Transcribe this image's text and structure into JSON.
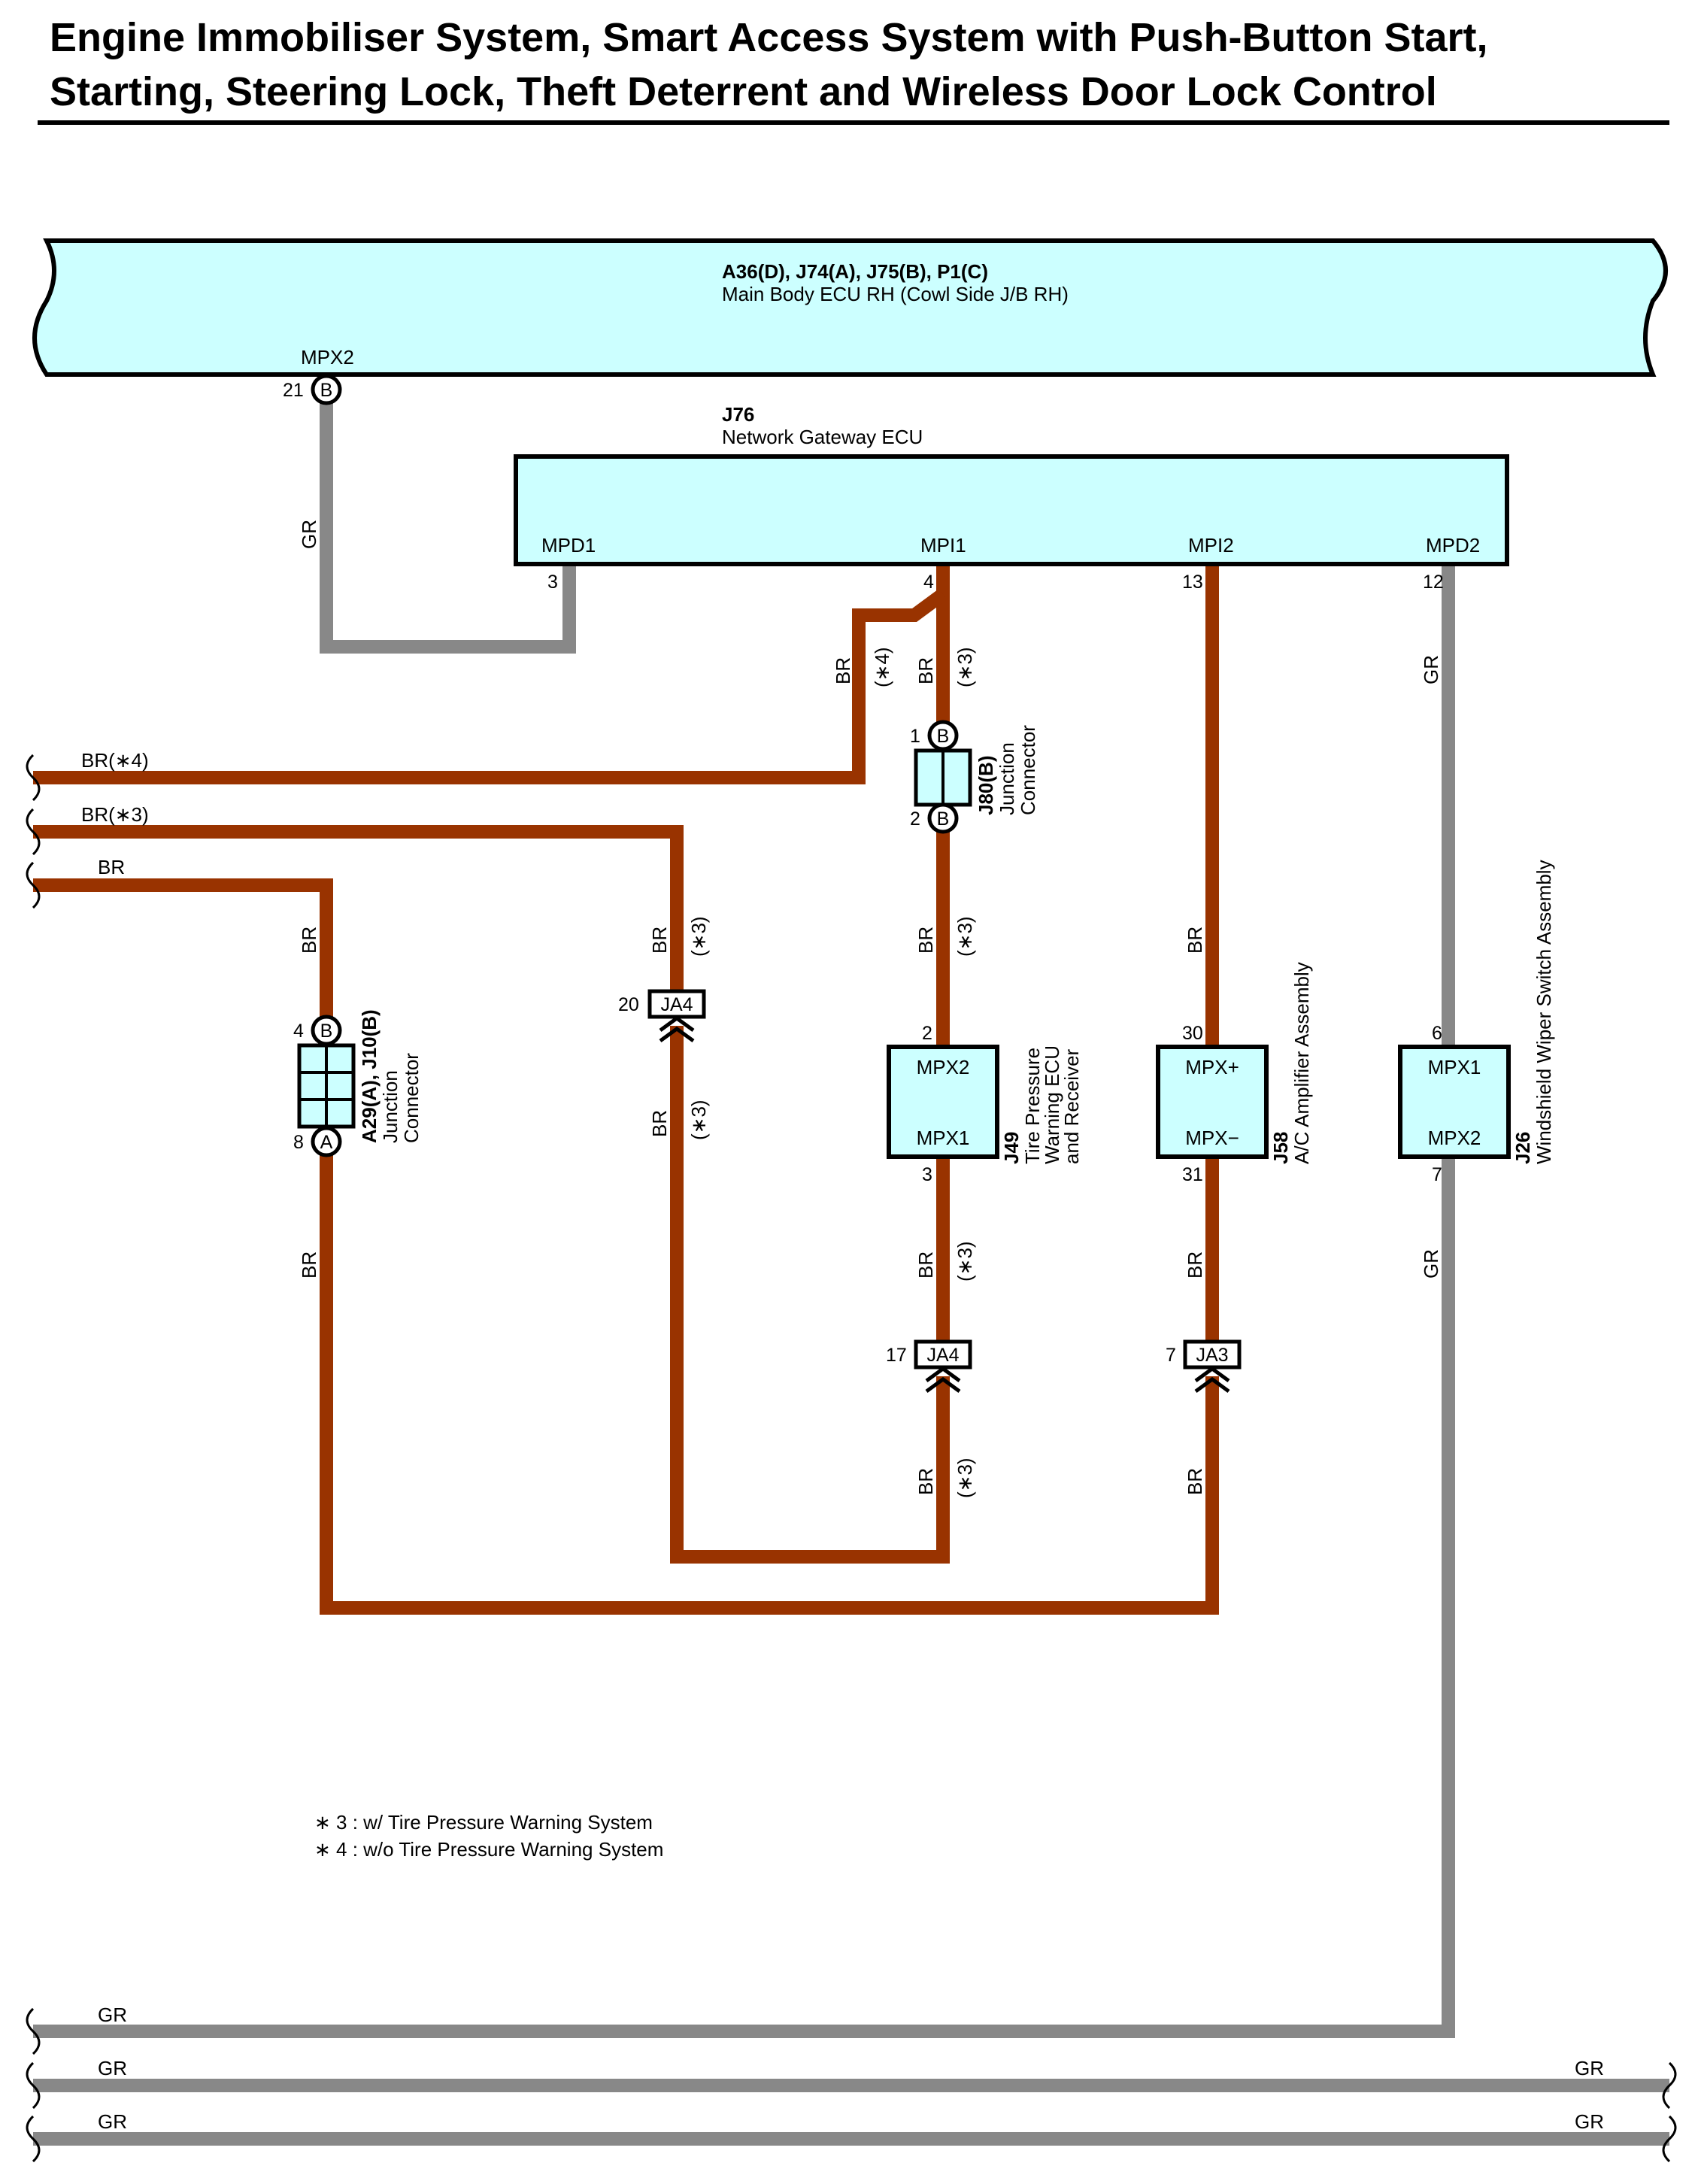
{
  "title": {
    "line1": "Engine Immobiliser System, Smart Access System with Push-Button Start,",
    "line2": "Starting, Steering Lock, Theft Deterrent and Wireless Door Lock Control"
  },
  "colors": {
    "wire_br": "#993300",
    "wire_gr": "#888888",
    "ecu_fill": "#ccffff",
    "outline": "#000000"
  },
  "components": {
    "main_body_ecu": {
      "code": "A36(D), J74(A), J75(B), P1(C)",
      "name": "Main Body ECU RH (Cowl Side J/B RH)",
      "terminal": "MPX2",
      "pin": "21",
      "connector": "B"
    },
    "gateway": {
      "code": "J76",
      "name": "Network Gateway ECU",
      "terminals": [
        {
          "name": "MPD1",
          "pin": "3"
        },
        {
          "name": "MPI1",
          "pin": "4"
        },
        {
          "name": "MPI2",
          "pin": "13"
        },
        {
          "name": "MPD2",
          "pin": "12"
        }
      ]
    },
    "j80": {
      "code": "J80(B)",
      "name_line1": "Junction",
      "name_line2": "Connector",
      "pin_top": "1",
      "pin_bottom": "2",
      "connector": "B"
    },
    "a29": {
      "code": "A29(A), J10(B)",
      "name_line1": "Junction",
      "name_line2": "Connector",
      "pin_top": "4",
      "pin_bottom": "8",
      "conn_top": "B",
      "conn_bottom": "A"
    },
    "j49": {
      "code": "J49",
      "name_line1": "Tire Pressure",
      "name_line2": "Warning ECU",
      "name_line3": "and Receiver",
      "term_top": "MPX2",
      "term_bottom": "MPX1",
      "pin_top": "2",
      "pin_bottom": "3"
    },
    "j58": {
      "code": "J58",
      "name": "A/C Amplifier Assembly",
      "term_top": "MPX+",
      "term_bottom": "MPX−",
      "pin_top": "30",
      "pin_bottom": "31"
    },
    "j26": {
      "code": "J26",
      "name": "Windshield Wiper Switch Assembly",
      "term_top": "MPX1",
      "term_bottom": "MPX2",
      "pin_top": "6",
      "pin_bottom": "7"
    },
    "ja4_upper": {
      "code": "JA4",
      "pin": "20"
    },
    "ja4_lower": {
      "code": "JA4",
      "pin": "17"
    },
    "ja3": {
      "code": "JA3",
      "pin": "7"
    }
  },
  "wire_labels": {
    "br": "BR",
    "gr": "GR",
    "note3": "(∗3)",
    "note4": "(∗4)",
    "br_note4": "BR(∗4)",
    "br_note3": "BR(∗3)"
  },
  "notes": [
    "∗ 3 : w/ Tire Pressure Warning System",
    "∗ 4 : w/o Tire Pressure Warning System"
  ]
}
